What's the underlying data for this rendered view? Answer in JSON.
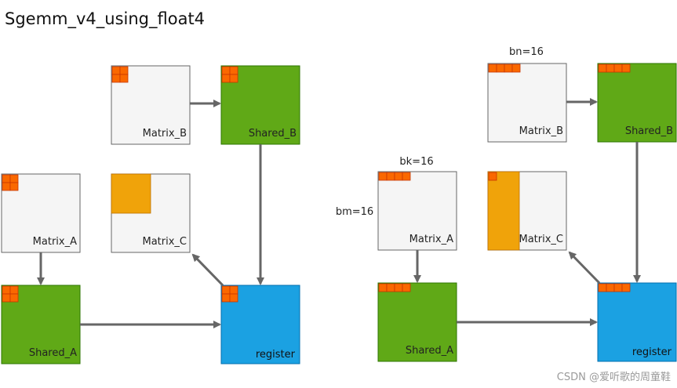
{
  "title": "Sgemm_v4_using_float4",
  "watermark": "CSDN @爱听歌的周童鞋",
  "colors": {
    "matrix_fill": "#f5f5f5",
    "shared_fill": "#60a917",
    "register_fill": "#1ba1e2",
    "tile_fill": "#fa6800",
    "block_fill": "#f0a30a",
    "arrow": "#666666"
  },
  "left": {
    "matrix_b": "Matrix_B",
    "shared_b": "Shared_B",
    "matrix_a": "Matrix_A",
    "matrix_c": "Matrix_C",
    "shared_a": "Shared_A",
    "register": "register"
  },
  "right": {
    "bn_label": "bn=16",
    "bk_label": "bk=16",
    "bm_label": "bm=16",
    "matrix_b": "Matrix_B",
    "shared_b": "Shared_B",
    "matrix_a": "Matrix_A",
    "matrix_c": "Matrix_C",
    "shared_a": "Shared_A",
    "register": "register"
  }
}
